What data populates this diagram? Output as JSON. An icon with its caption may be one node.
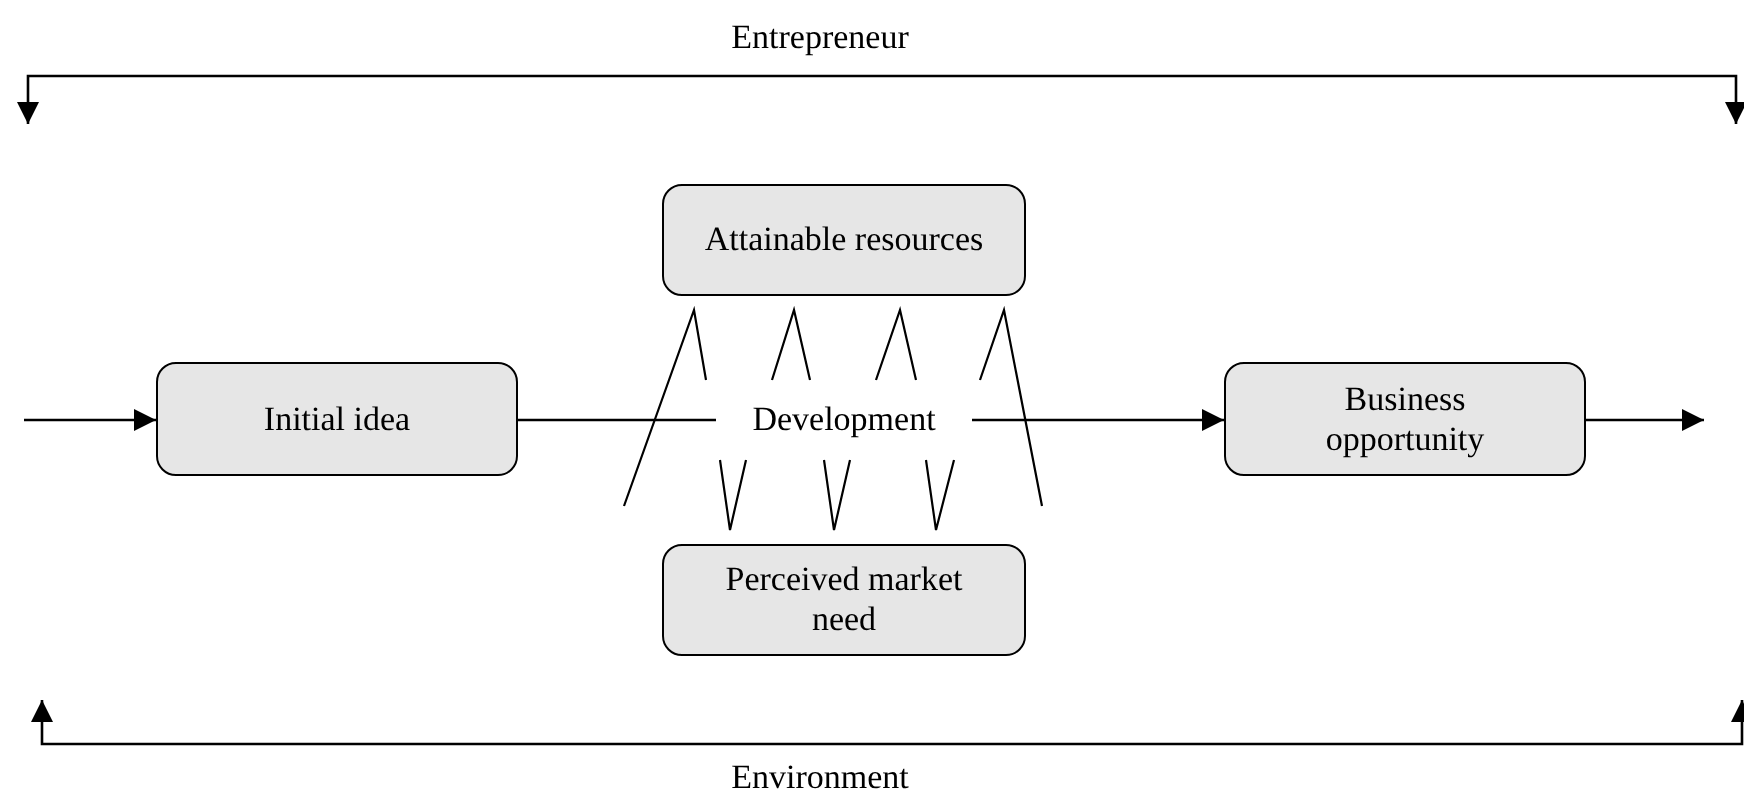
{
  "diagram": {
    "nodes": [
      {
        "text": [
          "Attainable resources"
        ]
      },
      {
        "text": [
          "Initial idea"
        ]
      },
      {
        "text": [
          "Development"
        ]
      },
      {
        "text": [
          "Business opportunity"
        ]
      },
      {
        "text": [
          "Perceived market need"
        ]
      }
    ],
    "edges": [
      {
        "from": null,
        "to": 1,
        "arrow": "to"
      },
      {
        "from": 1,
        "to": 2,
        "arrow": "none"
      },
      {
        "from": 2,
        "to": 3,
        "arrow": "to"
      },
      {
        "from": 3,
        "to": null,
        "arrow": "to"
      }
    ],
    "labels": [
      "Entrepreneur",
      "Environment"
    ]
  }
}
